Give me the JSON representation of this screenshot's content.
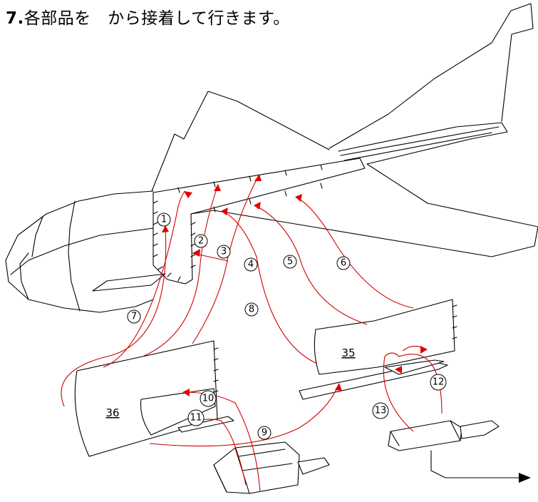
{
  "title": {
    "step": "7.",
    "text": "各部品を　から接着して行きます。"
  },
  "parts": {
    "p35": "35",
    "p36": "36"
  },
  "callouts": [
    "1",
    "2",
    "3",
    "4",
    "5",
    "6",
    "7",
    "8",
    "9",
    "10",
    "11",
    "12",
    "13"
  ],
  "colors": {
    "guide": "#e00000",
    "outline": "#000000"
  }
}
